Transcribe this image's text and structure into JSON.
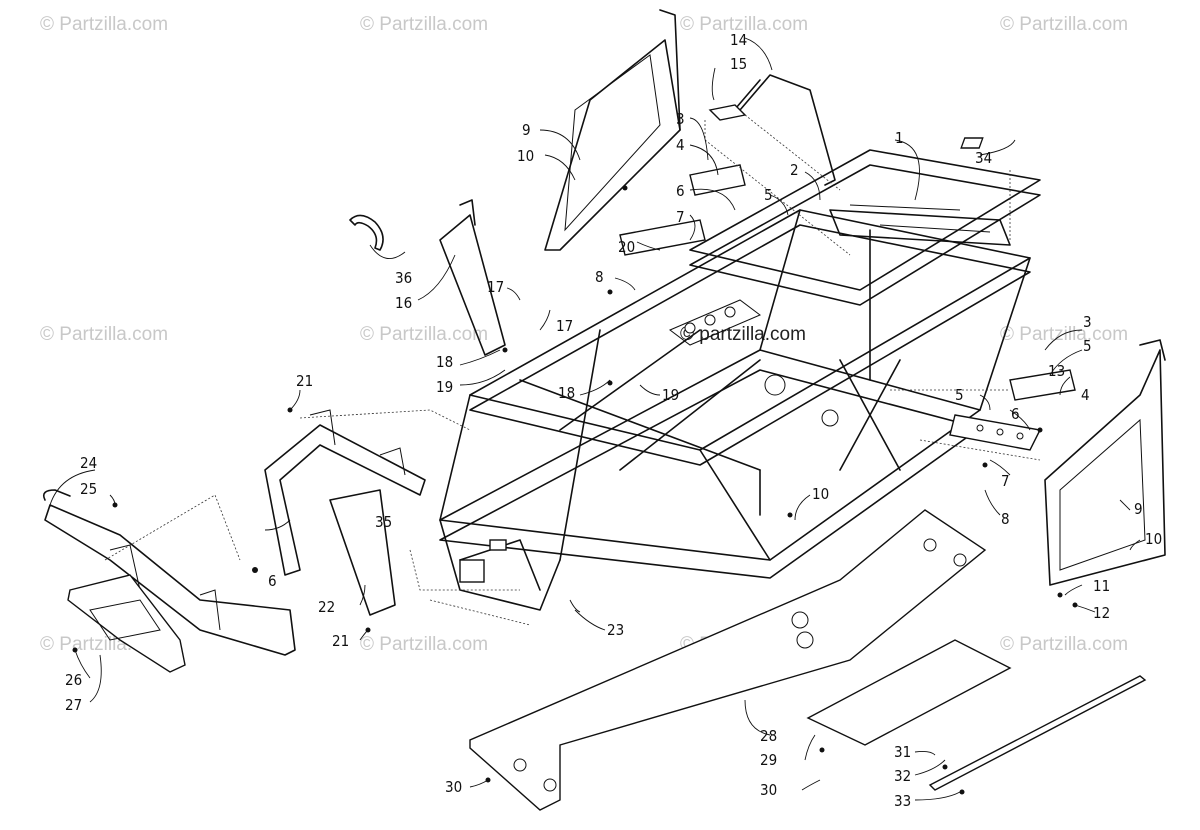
{
  "watermark_text": "© Partzilla.com",
  "watermark_center_text": "© partzilla.com",
  "callouts": [
    {
      "id": "c1",
      "text": "1"
    },
    {
      "id": "c2",
      "text": "2"
    },
    {
      "id": "c3a",
      "text": "3"
    },
    {
      "id": "c4a",
      "text": "4"
    },
    {
      "id": "c6a",
      "text": "6"
    },
    {
      "id": "c5a",
      "text": "5"
    },
    {
      "id": "c7a",
      "text": "7"
    },
    {
      "id": "c8a",
      "text": "8"
    },
    {
      "id": "c9a",
      "text": "9"
    },
    {
      "id": "c10a",
      "text": "10"
    },
    {
      "id": "c14",
      "text": "14"
    },
    {
      "id": "c15",
      "text": "15"
    },
    {
      "id": "c34",
      "text": "34"
    },
    {
      "id": "c20",
      "text": "20"
    },
    {
      "id": "c36",
      "text": "36"
    },
    {
      "id": "c16",
      "text": "16"
    },
    {
      "id": "c17a",
      "text": "17"
    },
    {
      "id": "c17b",
      "text": "17"
    },
    {
      "id": "c18a",
      "text": "18"
    },
    {
      "id": "c19a",
      "text": "19"
    },
    {
      "id": "c18b",
      "text": "18"
    },
    {
      "id": "c19b",
      "text": "19"
    },
    {
      "id": "c21a",
      "text": "21"
    },
    {
      "id": "c24",
      "text": "24"
    },
    {
      "id": "c25",
      "text": "25"
    },
    {
      "id": "c6b",
      "text": "6"
    },
    {
      "id": "c35",
      "text": "35"
    },
    {
      "id": "c22",
      "text": "22"
    },
    {
      "id": "c21b",
      "text": "21"
    },
    {
      "id": "c23",
      "text": "23"
    },
    {
      "id": "c26",
      "text": "26"
    },
    {
      "id": "c27",
      "text": "27"
    },
    {
      "id": "c10b",
      "text": "10"
    },
    {
      "id": "c3b",
      "text": "3"
    },
    {
      "id": "c5b",
      "text": "5"
    },
    {
      "id": "c13",
      "text": "13"
    },
    {
      "id": "c4b",
      "text": "4"
    },
    {
      "id": "c5c",
      "text": "5"
    },
    {
      "id": "c6c",
      "text": "6"
    },
    {
      "id": "c7b",
      "text": "7"
    },
    {
      "id": "c8b",
      "text": "8"
    },
    {
      "id": "c9b",
      "text": "9"
    },
    {
      "id": "c10c",
      "text": "10"
    },
    {
      "id": "c11",
      "text": "11"
    },
    {
      "id": "c12",
      "text": "12"
    },
    {
      "id": "c28",
      "text": "28"
    },
    {
      "id": "c29",
      "text": "29"
    },
    {
      "id": "c30a",
      "text": "30"
    },
    {
      "id": "c30b",
      "text": "30"
    },
    {
      "id": "c31",
      "text": "31"
    },
    {
      "id": "c32",
      "text": "32"
    },
    {
      "id": "c33",
      "text": "33"
    }
  ]
}
